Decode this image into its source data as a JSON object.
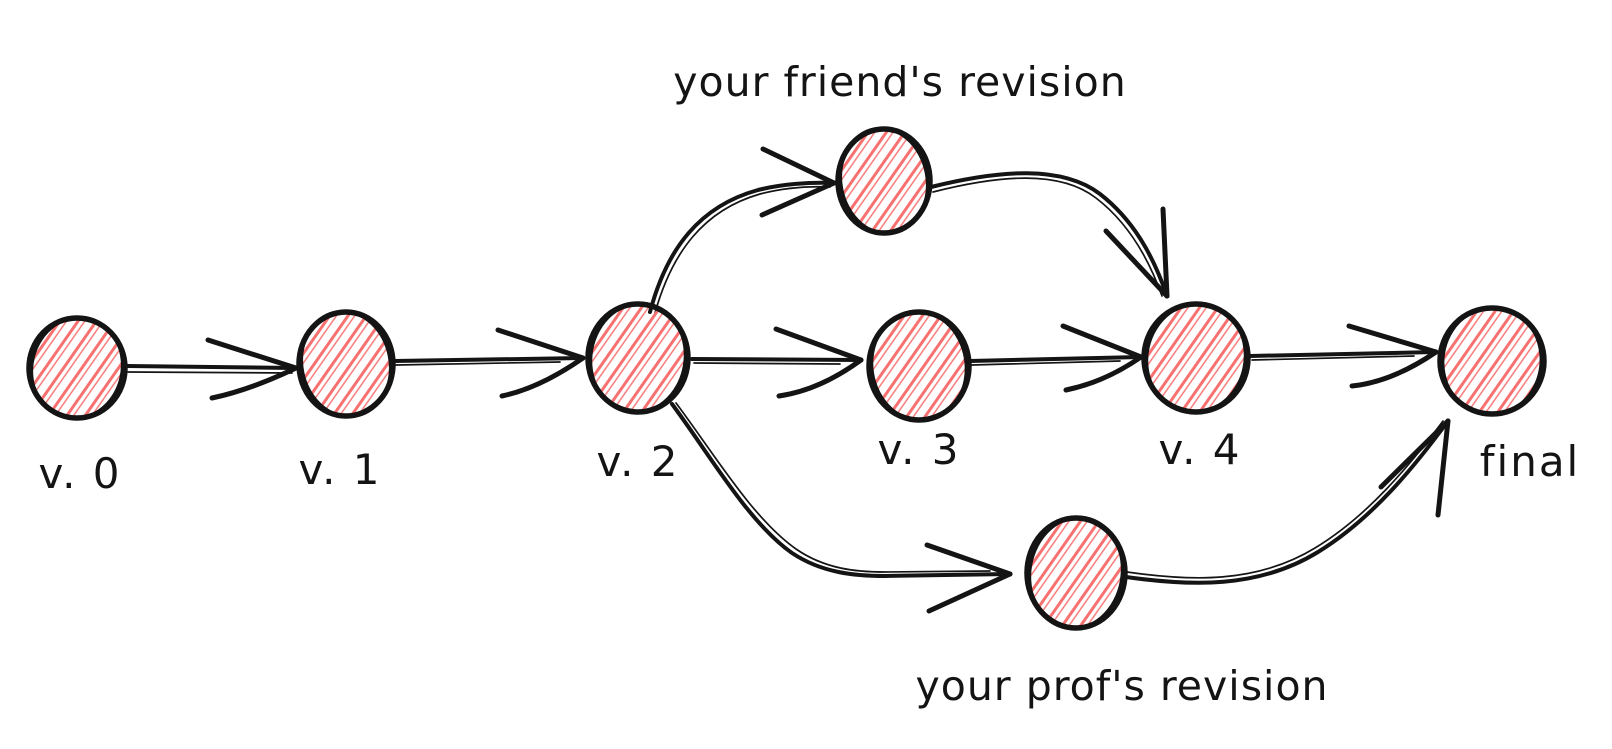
{
  "diagram": {
    "type": "version-history-graph",
    "ink_color": "#141414",
    "hatch_color": "#f87171",
    "background_color": "#ffffff",
    "nodes": [
      {
        "id": "v0",
        "label": "v. 0"
      },
      {
        "id": "v1",
        "label": "v. 1"
      },
      {
        "id": "v2",
        "label": "v. 2"
      },
      {
        "id": "v3",
        "label": "v. 3"
      },
      {
        "id": "v4",
        "label": "v. 4"
      },
      {
        "id": "final",
        "label": "final"
      },
      {
        "id": "friend-revision",
        "label": "your friend's revision"
      },
      {
        "id": "prof-revision",
        "label": "your prof's revision"
      }
    ],
    "edges": [
      {
        "from": "v0",
        "to": "v1"
      },
      {
        "from": "v1",
        "to": "v2"
      },
      {
        "from": "v2",
        "to": "v3"
      },
      {
        "from": "v3",
        "to": "v4"
      },
      {
        "from": "v4",
        "to": "final"
      },
      {
        "from": "v2",
        "to": "friend-revision"
      },
      {
        "from": "friend-revision",
        "to": "v4"
      },
      {
        "from": "v2",
        "to": "prof-revision"
      },
      {
        "from": "prof-revision",
        "to": "final"
      }
    ]
  }
}
